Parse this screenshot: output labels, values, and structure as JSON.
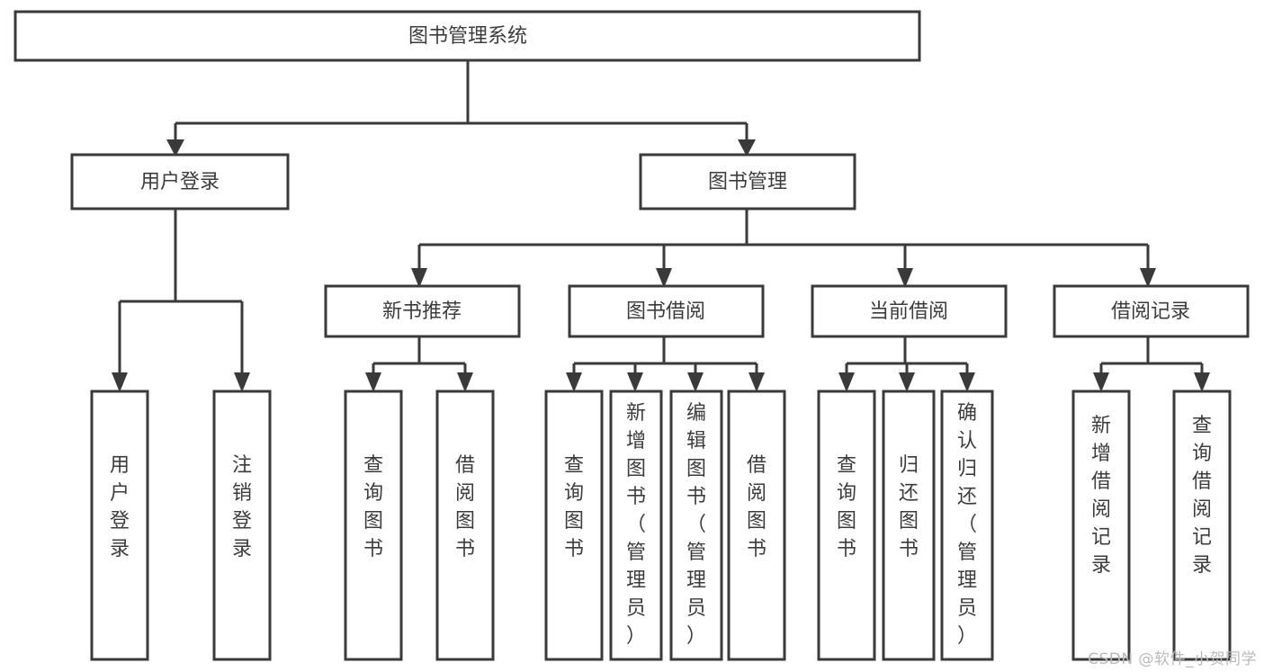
{
  "diagram": {
    "type": "tree-hierarchy-chart",
    "title_node": {
      "id": "root",
      "label": "图书管理系统"
    },
    "level2": [
      {
        "id": "user-login",
        "label": "用户登录"
      },
      {
        "id": "book-manage",
        "label": "图书管理"
      }
    ],
    "level3": [
      {
        "id": "new-book-rec",
        "label": "新书推荐"
      },
      {
        "id": "book-borrow",
        "label": "图书借阅"
      },
      {
        "id": "current-borrow",
        "label": "当前借阅"
      },
      {
        "id": "borrow-record",
        "label": "借阅记录"
      }
    ],
    "leaves": [
      {
        "id": "leaf-user-login",
        "label": "用户登录",
        "parent": "user-login"
      },
      {
        "id": "leaf-logout-login",
        "label": "注销登录",
        "parent": "user-login"
      },
      {
        "id": "leaf-query-book-1",
        "label": "查询图书",
        "parent": "new-book-rec"
      },
      {
        "id": "leaf-borrow-book-1",
        "label": "借阅图书",
        "parent": "new-book-rec"
      },
      {
        "id": "leaf-query-book-2",
        "label": "查询图书",
        "parent": "book-borrow"
      },
      {
        "id": "leaf-add-book",
        "label": "新增图书（管理员）",
        "parent": "book-borrow"
      },
      {
        "id": "leaf-edit-book",
        "label": "编辑图书（管理员）",
        "parent": "book-borrow"
      },
      {
        "id": "leaf-borrow-book-2",
        "label": "借阅图书",
        "parent": "book-borrow"
      },
      {
        "id": "leaf-query-book-3",
        "label": "查询图书",
        "parent": "current-borrow"
      },
      {
        "id": "leaf-return-book",
        "label": "归还图书",
        "parent": "current-borrow"
      },
      {
        "id": "leaf-confirm-return",
        "label": "确认归还（管理员）",
        "parent": "current-borrow"
      },
      {
        "id": "leaf-add-record",
        "label": "新增借阅记录",
        "parent": "borrow-record"
      },
      {
        "id": "leaf-query-record",
        "label": "查询借阅记录",
        "parent": "borrow-record"
      }
    ],
    "colors": {
      "stroke": "#3a3a3a",
      "fill": "#ffffff",
      "text": "#3c3c3c",
      "watermark": "#b9b9b9"
    }
  },
  "watermark": {
    "text": "CSDN @软件_小贺同学"
  }
}
